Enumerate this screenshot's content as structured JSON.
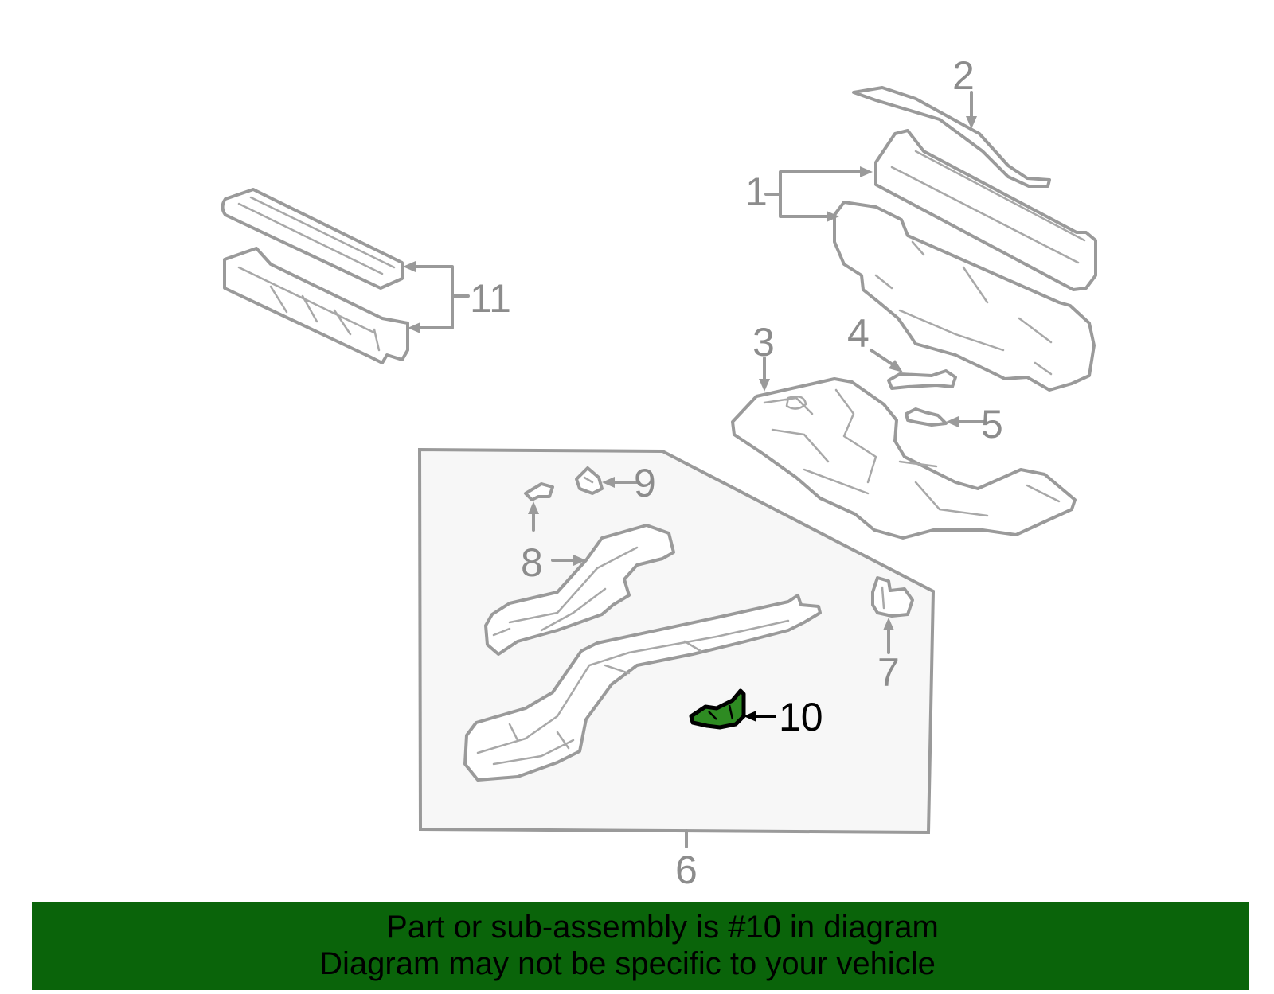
{
  "diagram": {
    "callouts": [
      {
        "id": "1",
        "label": "1"
      },
      {
        "id": "2",
        "label": "2"
      },
      {
        "id": "3",
        "label": "3"
      },
      {
        "id": "4",
        "label": "4"
      },
      {
        "id": "5",
        "label": "5"
      },
      {
        "id": "6",
        "label": "6"
      },
      {
        "id": "7",
        "label": "7"
      },
      {
        "id": "8",
        "label": "8"
      },
      {
        "id": "9",
        "label": "9"
      },
      {
        "id": "10",
        "label": "10"
      },
      {
        "id": "11",
        "label": "11"
      }
    ],
    "highlighted_part": "10",
    "colors": {
      "highlight_fill": "#2e8b22",
      "banner_background": "#0a640a",
      "line_art": "#9a9a9a",
      "sub_assembly_box": "#f7f7f7"
    }
  },
  "banner": {
    "line1": "Part or sub-assembly is #10 in diagram",
    "line2": "Diagram may not be specific to your vehicle"
  }
}
